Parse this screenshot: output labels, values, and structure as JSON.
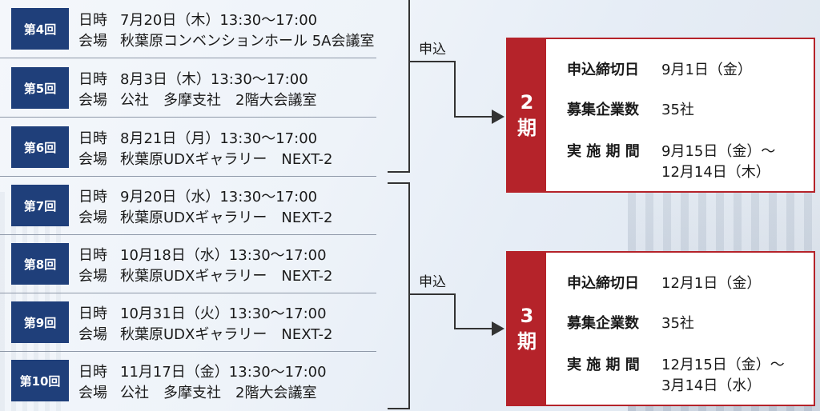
{
  "labels": {
    "datetime": "日時",
    "venue": "会場",
    "apply": "申込"
  },
  "sessions": [
    {
      "badge": "第4回",
      "date": "7月20日（木）13:30～17:00",
      "venue": "秋葉原コンベンションホール 5A会議室"
    },
    {
      "badge": "第5回",
      "date": "8月3日（木）13:30～17:00",
      "venue": "公社　多摩支社　2階大会議室"
    },
    {
      "badge": "第6回",
      "date": "8月21日（月）13:30～17:00",
      "venue": "秋葉原UDXギャラリー　NEXT-2"
    },
    {
      "badge": "第7回",
      "date": "9月20日（水）13:30～17:00",
      "venue": "秋葉原UDXギャラリー　NEXT-2"
    },
    {
      "badge": "第8回",
      "date": "10月18日（水）13:30～17:00",
      "venue": "秋葉原UDXギャラリー　NEXT-2"
    },
    {
      "badge": "第9回",
      "date": "10月31日（火）13:30～17:00",
      "venue": "秋葉原UDXギャラリー　NEXT-2"
    },
    {
      "badge": "第10回",
      "date": "11月17日（金）13:30～17:00",
      "venue": "公社　多摩支社　2階大会議室"
    }
  ],
  "periods": [
    {
      "num": "2",
      "ki": "期",
      "deadline_label": "申込締切日",
      "deadline": "9月1日（金）",
      "count_label": "募集企業数",
      "count": "35社",
      "impl_label": "実 施 期 間",
      "impl_1": "9月15日（金）～",
      "impl_2": "12月14日（木）"
    },
    {
      "num": "3",
      "ki": "期",
      "deadline_label": "申込締切日",
      "deadline": "12月1日（金）",
      "count_label": "募集企業数",
      "count": "35社",
      "impl_label": "実 施 期 間",
      "impl_1": "12月15日（金）～",
      "impl_2": "3月14日（水）"
    }
  ],
  "colors": {
    "badge_blue": "#1f3f7a",
    "period_red": "#b5232a"
  }
}
